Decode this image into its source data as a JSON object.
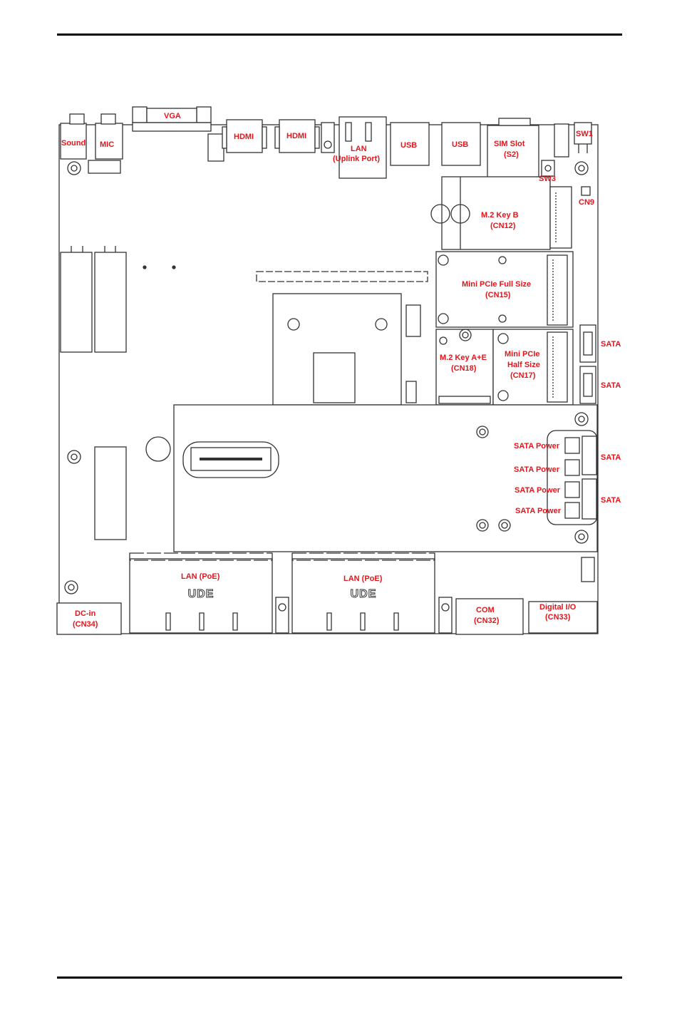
{
  "labels": {
    "sound": "Sound",
    "mic": "MIC",
    "vga": "VGA",
    "hdmi1": "HDMI",
    "hdmi2": "HDMI",
    "lan_uplink_1": "LAN",
    "lan_uplink_2": "(Uplink Port)",
    "usb1": "USB",
    "usb2": "USB",
    "sim_1": "SIM Slot",
    "sim_2": "(S2)",
    "sw1": "SW1",
    "sw3": "SW3",
    "cn9": "CN9",
    "m2b_1": "M.2 Key B",
    "m2b_2": "(CN12)",
    "mpcie_full_1": "Mini PCIe Full Size",
    "mpcie_full_2": "(CN15)",
    "m2ae_1": "M.2 Key A+E",
    "m2ae_2": "(CN18)",
    "mpcie_half_1": "Mini PCIe",
    "mpcie_half_2": "Half Size",
    "mpcie_half_3": "(CN17)",
    "sata1": "SATA",
    "sata2": "SATA",
    "sata3": "SATA",
    "sata4": "SATA",
    "satapwr1": "SATA Power",
    "satapwr2": "SATA Power",
    "satapwr3": "SATA Power",
    "satapwr4": "SATA Power",
    "lanpoe1": "LAN (PoE)",
    "lanpoe2": "LAN (PoE)",
    "dcin_1": "DC-in",
    "dcin_2": "(CN34)",
    "com_1": "COM",
    "com_2": "(CN32)",
    "dio_1": "Digital I/O",
    "dio_2": "(CN33)",
    "ude1": "UDE",
    "ude2": "UDE"
  },
  "colors": {
    "label_red": "#e3151b",
    "outline": "#333333",
    "fill_light": "#f2f2f2"
  }
}
